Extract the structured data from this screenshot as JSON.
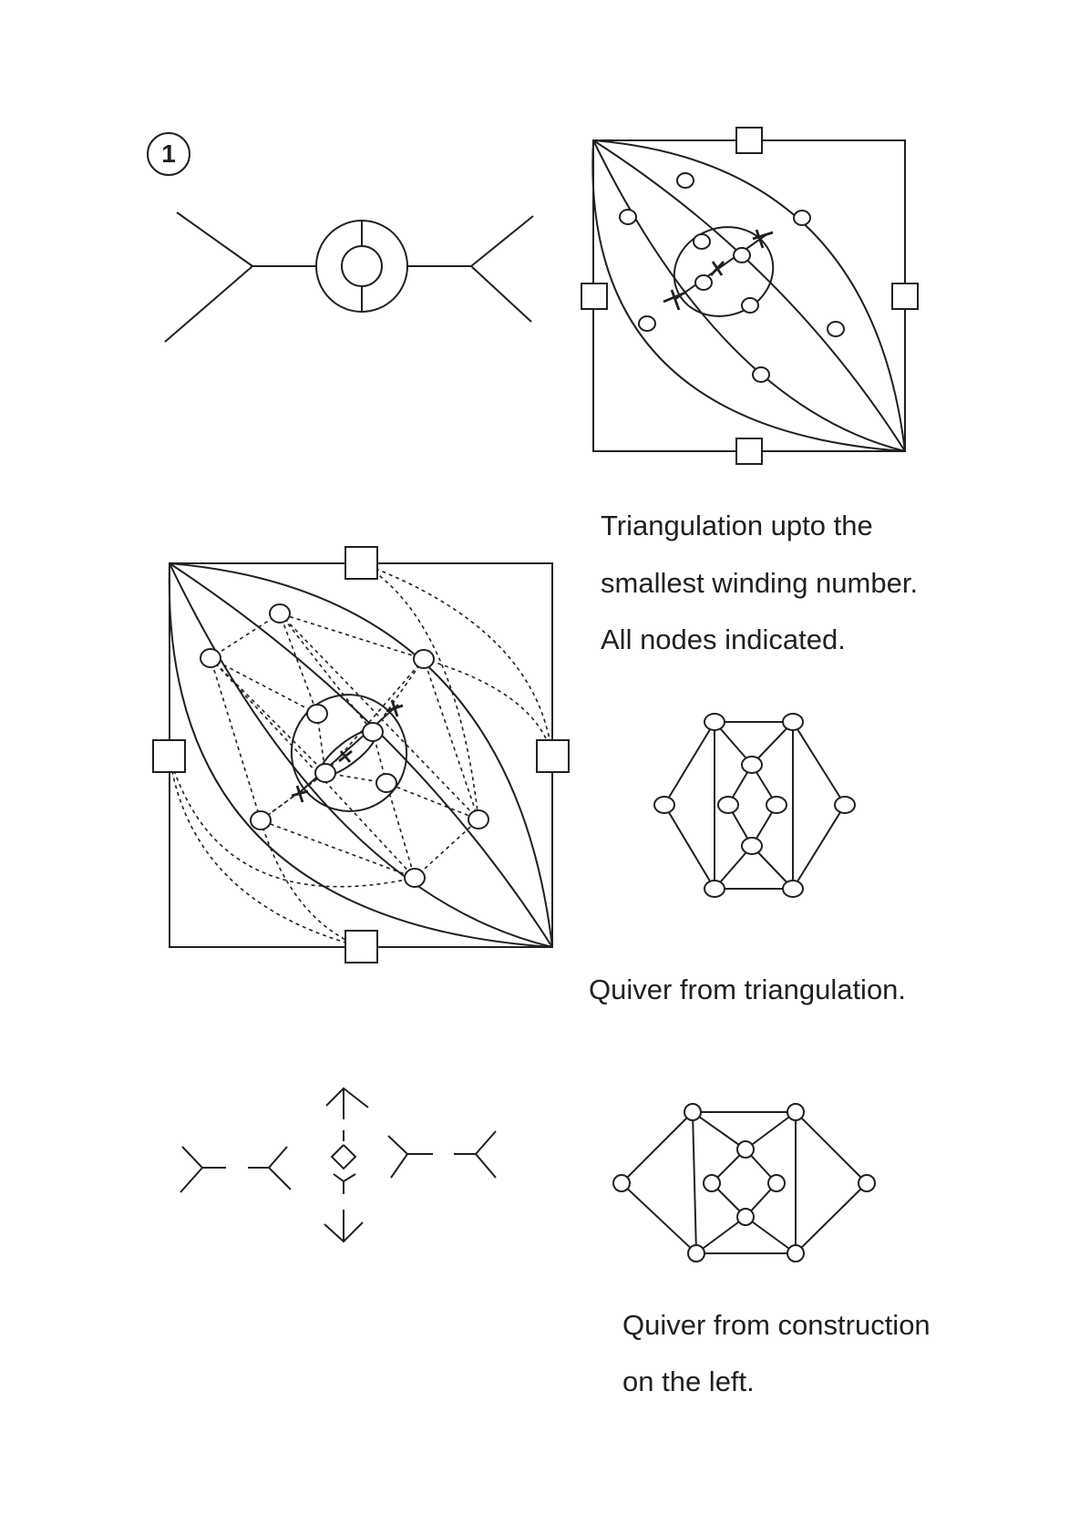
{
  "figure": {
    "label": "1",
    "captions": {
      "triangulation": [
        "Triangulation upto the",
        "smallest winding number.",
        "All nodes indicated."
      ],
      "quiver_triangulation": [
        "Quiver from triangulation."
      ],
      "quiver_construction": [
        "Quiver from construction",
        "on the left."
      ]
    }
  }
}
